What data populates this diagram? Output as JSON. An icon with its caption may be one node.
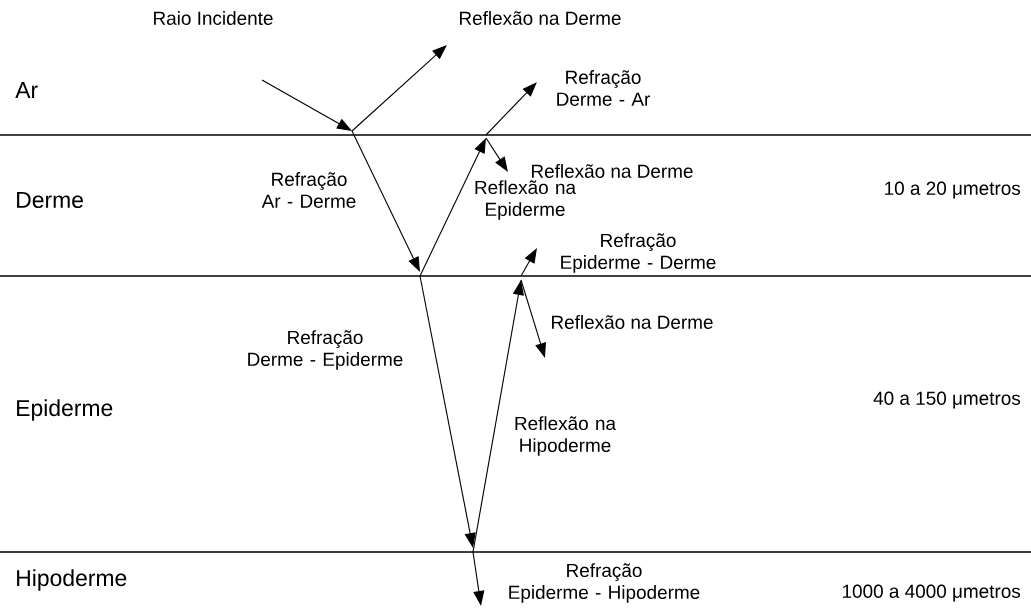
{
  "diagram": {
    "labels": [
      "Raio Incidente",
      "Reflexão na Derme",
      "Ar",
      "Refração Derme - Ar",
      "Reflexão na Derme",
      "Refração Ar - Derme",
      "Derme",
      "Reflexão na Epiderme",
      "10 a 20 μmetros",
      "Refração Epiderme - Derme",
      "Refração Derme - Epiderme",
      "Reflexão na Derme",
      "Epiderme",
      "40 a 150 μmetros",
      "Reflexão na Hipoderme",
      "Refração Epiderme - Hipoderme",
      "Hipoderme",
      "1000 a 4000 μmetros"
    ]
  }
}
